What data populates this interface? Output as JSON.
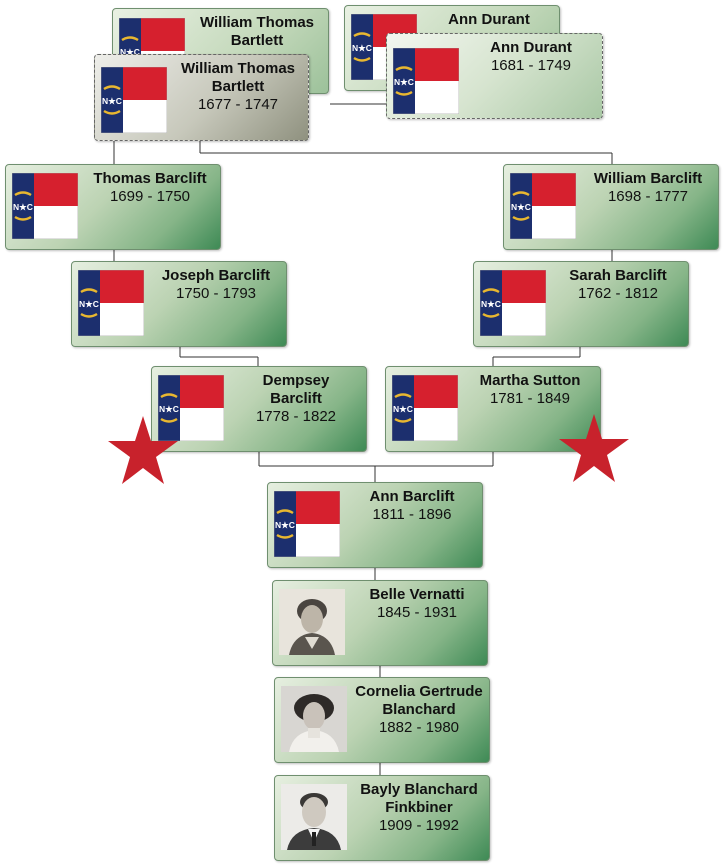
{
  "colors": {
    "flag_blue": "#1c2f6e",
    "flag_red": "#d6202e",
    "flag_white": "#ffffff",
    "gold": "#e8b730",
    "star_red": "#c8222c",
    "line": "#333333"
  },
  "icons": {
    "flag": "north-carolina-flag-icon",
    "photo": "portrait-photo",
    "marker": "red-star-icon"
  },
  "flag_text": {
    "letters": "N★C"
  },
  "people": {
    "wtb_back": {
      "name": "William Thomas Bartlett",
      "years": ""
    },
    "ad_back": {
      "name": "Ann Durant",
      "years": ""
    },
    "wtb": {
      "name": "William Thomas Bartlett",
      "years": "1677 - 1747"
    },
    "ad": {
      "name": "Ann Durant",
      "years": "1681 - 1749"
    },
    "thomas": {
      "name": "Thomas Barclift",
      "years": "1699 - 1750"
    },
    "william": {
      "name": "William Barclift",
      "years": "1698 - 1777"
    },
    "joseph": {
      "name": "Joseph Barclift",
      "years": "1750 - 1793"
    },
    "sarah": {
      "name": "Sarah Barclift",
      "years": "1762 - 1812"
    },
    "dempsey": {
      "name": "Dempsey Barclift",
      "years": "1778 - 1822"
    },
    "martha": {
      "name": "Martha Sutton",
      "years": "1781 - 1849"
    },
    "ann": {
      "name": "Ann Barclift",
      "years": "1811 - 1896"
    },
    "belle": {
      "name": "Belle Vernatti",
      "years": "1845 - 1931"
    },
    "cornelia": {
      "name": "Cornelia Gertrude Blanchard",
      "years": "1882 - 1980"
    },
    "bayly": {
      "name": "Bayly Blanchard Finkbiner",
      "years": "1909 - 1992"
    }
  }
}
